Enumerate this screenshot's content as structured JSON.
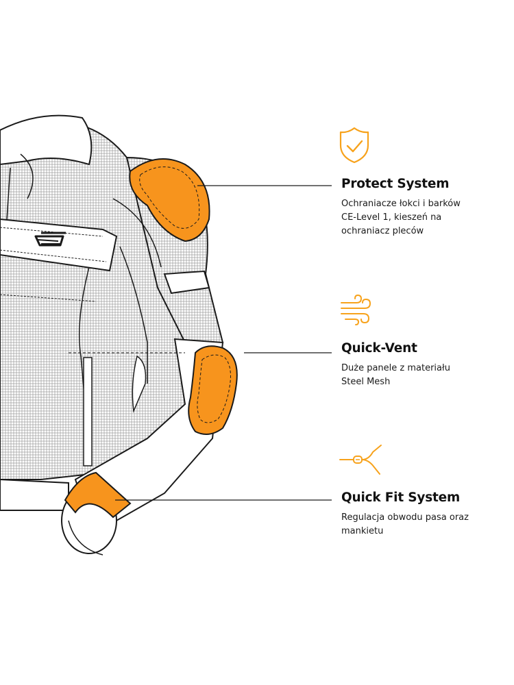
{
  "features": [
    {
      "title": "Protect System",
      "description_lines": [
        "Ochraniacze łokci i barków",
        "CE-Level 1, kieszeń na",
        "ochraniacz pleców"
      ],
      "icon": "shield-check-icon"
    },
    {
      "title": "Quick-Vent",
      "description_lines": [
        "Duże panele z materiału",
        "Steel Mesh"
      ],
      "icon": "wind-icon"
    },
    {
      "title": "Quick Fit System",
      "description_lines": [
        "Regulacja obwodu pasa oraz",
        "mankietu"
      ],
      "icon": "adjuster-cord-icon"
    }
  ],
  "colors": {
    "accent": "#f7a21b",
    "pad": "#f7941d",
    "mesh": "#d9d9d9",
    "outline": "#1a1a1a"
  }
}
